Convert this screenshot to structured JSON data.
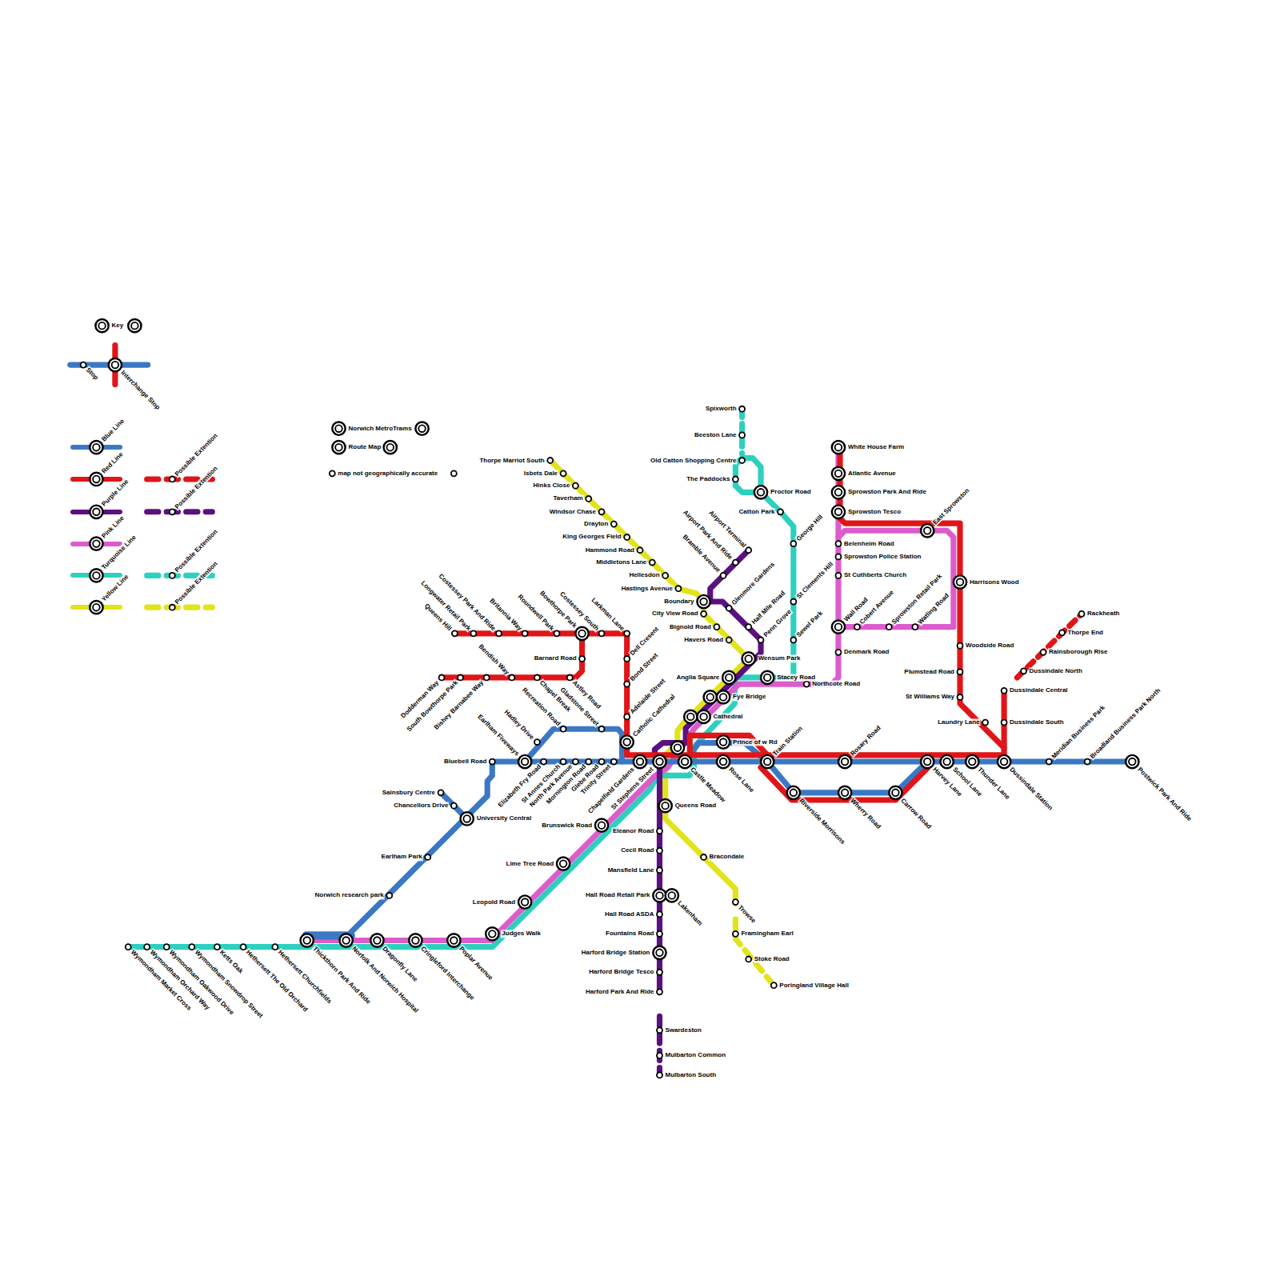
{
  "diagram": {
    "title": "Norwich MetroTrams",
    "labels": [
      "Key",
      "Stop",
      "Interchange Stop",
      "Route Map",
      "map not geographically accurate",
      "Thorpe Marriot South",
      "Isbets Dale",
      "Hinks Close",
      "Taverham",
      "Windsor Chase",
      "Drayton",
      "King Georges Field",
      "Hammond Road",
      "Middletons Lane",
      "Hellesdon",
      "Hastings Avenue",
      "City View Road",
      "Bignold Road",
      "Havers Road",
      "Wensum Park",
      "Queens Road",
      "Bracondale",
      "Trowse",
      "Framingham Earl",
      "Stoke Road",
      "Poringland Village Hall",
      "Airport Terminal",
      "Airport Park And Ride",
      "Bramble Avenue",
      "Boundary",
      "Glenmore Gardens",
      "Half Mile Road",
      "Penn Grove",
      "Anglia Square",
      "Fye Bridge",
      "Cathedral",
      "Eleanor Road",
      "Cecil Road",
      "Mansfield Lane",
      "Hall Road Retail Park",
      "Lakenham",
      "Hall Road ASDA",
      "Fountains Road",
      "Harford Bridge Station",
      "Harford Bridge Tesco",
      "Harford Park And Ride",
      "Swardeston",
      "Mulbarton Common",
      "Mulbarton South",
      "Spixworth",
      "Beeston Lane",
      "Old Catton Shopping Centre",
      "The Paddocks",
      "Proctor Road",
      "Catton Park",
      "George Hill",
      "St Clements Hill",
      "Sewel Park",
      "Stacey Road",
      "Wymondham Market Cross",
      "Wymondham Orchard Way",
      "Wymondham Oakwood Drive",
      "Wymondham Snowdrop Street",
      "Ketts Oak",
      "Hethersett The Old Orchard",
      "Hethersett Churchfields",
      "Thickthorn Park And Ride",
      "Norfolk And Norwich Hospital",
      "Dragonfly Lane",
      "Cringleford Interchange",
      "Poplar Avenue",
      "Judges Walk",
      "Leopold Road",
      "Lime Tree Road",
      "Brunswick Road",
      "St Stephens Street",
      "Chapelfield Gardens",
      "Bluebell Road",
      "Earlham Fiveways",
      "Elizabeth Fry Road",
      "St Annes Church",
      "North Park Avenue",
      "Mornington Road",
      "Glebe Road",
      "Trinity Street",
      "Hadley Drive",
      "Recreation Road",
      "Gladstone Street",
      "Sainsbury Centre",
      "Chancellors Drive",
      "University Central",
      "Earlham Park",
      "Norwich research park",
      "Castle Meadow",
      "Rose Lane",
      "Train Station",
      "Rosary Road",
      "Riverside Morrisons",
      "Wherry Road",
      "Carrow Road",
      "Harvey Lane",
      "School Lane",
      "Thunder Lane",
      "Dussindale Station",
      "Meridian Business Park",
      "Broadland Business Park North",
      "Postwick Park And Ride",
      "Prince of w Rd",
      "Catholic Cathedral",
      "Queens Hill",
      "Longwater Retail Park",
      "Costessey Park And Ride",
      "Britannia Way",
      "Roundwell Park",
      "Bowthorpe Park",
      "Costessey South",
      "Larkman Lane",
      "Dell Cresent",
      "Bond Street",
      "Adelaide Street",
      "Barnard Road",
      "Dodderman Way",
      "South Bowthorpe Park",
      "Bishey Barnabee Way",
      "Bendish Way",
      "Chapel Break",
      "Astley Road",
      "White House Farm",
      "Atlantic Avenue",
      "Sprowston Park And Ride",
      "Sprowston Tesco",
      "Belenheim Road",
      "Sprowston Police Station",
      "St Cuthberts Church",
      "Wall Road",
      "Cobert Avenue",
      "Sprowston Retail Park",
      "Watling Road",
      "Denmark Road",
      "Northcote Road",
      "East Sprowston",
      "Harrisons Wood",
      "Woodside Road",
      "Plumstead Road",
      "St Williams Way",
      "Laundry Lane",
      "Dussindale Central",
      "Dussindale South",
      "Dussindale North",
      "Rainsborough Rise",
      "Thorpe End",
      "Rackheath"
    ],
    "legend": [
      {
        "text": "Blue Line",
        "color": "#3b78c4"
      },
      {
        "text": "Red Line",
        "color": "#e01518"
      },
      {
        "text": "Purple Line",
        "color": "#5b1080"
      },
      {
        "text": "Pink Line",
        "color": "#dc5ccc"
      },
      {
        "text": "Turquoise Line",
        "color": "#2dd0bf"
      },
      {
        "text": "Yellow Line",
        "color": "#e1e31b"
      },
      {
        "text": "Possible Extention"
      },
      {
        "text": "Possible Extention"
      },
      {
        "text": "Possible Extention"
      },
      {
        "text": "Possible Extention"
      }
    ]
  }
}
